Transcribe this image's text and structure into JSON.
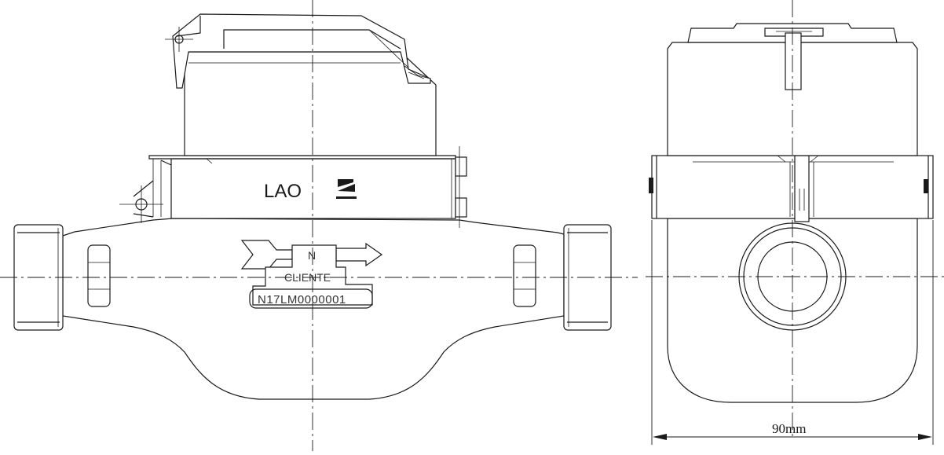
{
  "side_view": {
    "brand_label": "LAO",
    "flow_label": "N",
    "client_label": "CLIENTE",
    "serial_number": "N17LM0000001"
  },
  "end_view": {
    "width_dimension": "90mm"
  },
  "colors": {
    "line": "#1a1a1a",
    "background": "#ffffff"
  }
}
